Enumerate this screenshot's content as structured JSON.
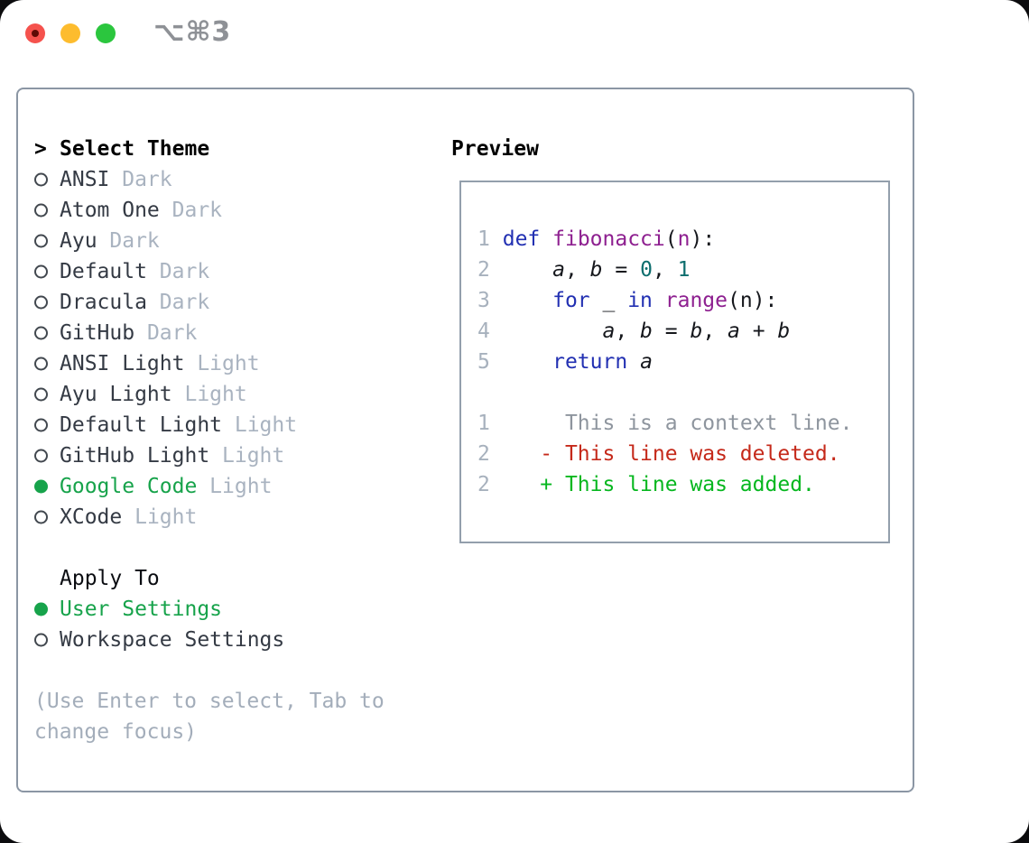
{
  "window": {
    "title": "⌥⌘3",
    "traffic_lights": [
      {
        "name": "close",
        "color": "#f5524d",
        "has_dot": true
      },
      {
        "name": "minimize",
        "color": "#fdbc2e",
        "has_dot": false
      },
      {
        "name": "zoom",
        "color": "#2bc63e",
        "has_dot": false
      }
    ]
  },
  "icons": {
    "prompt": ">",
    "radio_unselected": "empty-circle",
    "radio_selected": "filled-circle"
  },
  "colors": {
    "ui_selected_green": "#17a34b",
    "muted_gray": "#a9b3c0",
    "panel_border": "#8b96a4",
    "keyword_blue": "#2230b2",
    "function_purple": "#8e2090",
    "literal_teal": "#0d6e6e",
    "line_number_gray": "#a7b1bd",
    "diff_context_gray": "#8e959e",
    "diff_deleted_red": "#c5291a",
    "diff_added_green": "#06b71f"
  },
  "theme_panel": {
    "prompt": ">",
    "header": "Select Theme",
    "items": [
      {
        "name": "ANSI",
        "variant": "Dark",
        "selected": false
      },
      {
        "name": "Atom One",
        "variant": "Dark",
        "selected": false
      },
      {
        "name": "Ayu",
        "variant": "Dark",
        "selected": false
      },
      {
        "name": "Default",
        "variant": "Dark",
        "selected": false
      },
      {
        "name": "Dracula",
        "variant": "Dark",
        "selected": false
      },
      {
        "name": "GitHub",
        "variant": "Dark",
        "selected": false
      },
      {
        "name": "ANSI Light",
        "variant": "Light",
        "selected": false
      },
      {
        "name": "Ayu Light",
        "variant": "Light",
        "selected": false
      },
      {
        "name": "Default Light",
        "variant": "Light",
        "selected": false
      },
      {
        "name": "GitHub Light",
        "variant": "Light",
        "selected": false
      },
      {
        "name": "Google Code",
        "variant": "Light",
        "selected": true
      },
      {
        "name": "XCode",
        "variant": "Light",
        "selected": false
      }
    ],
    "apply_header": "Apply To",
    "apply_items": [
      {
        "name": "User Settings",
        "selected": true
      },
      {
        "name": "Workspace Settings",
        "selected": false
      }
    ],
    "hint_line1": "(Use Enter to select, Tab to",
    "hint_line2": "change focus)"
  },
  "preview": {
    "label": "Preview",
    "lines": [
      [
        [
          "ln",
          "1"
        ],
        [
          "pl",
          " "
        ],
        [
          "kw",
          "def"
        ],
        [
          "pl",
          " "
        ],
        [
          "fn",
          "fibonacci"
        ],
        [
          "pl",
          "("
        ],
        [
          "fn",
          "n"
        ],
        [
          "pl",
          "):"
        ]
      ],
      [
        [
          "ln",
          "2"
        ],
        [
          "pl",
          "     "
        ],
        [
          "va",
          "a"
        ],
        [
          "pl",
          ", "
        ],
        [
          "va",
          "b"
        ],
        [
          "pl",
          " = "
        ],
        [
          "li",
          "0"
        ],
        [
          "pl",
          ", "
        ],
        [
          "li",
          "1"
        ]
      ],
      [
        [
          "ln",
          "3"
        ],
        [
          "pl",
          "     "
        ],
        [
          "kw",
          "for"
        ],
        [
          "pl",
          " _ "
        ],
        [
          "kw",
          "in"
        ],
        [
          "pl",
          " "
        ],
        [
          "fn",
          "range"
        ],
        [
          "pl",
          "(n):"
        ]
      ],
      [
        [
          "ln",
          "4"
        ],
        [
          "pl",
          "         "
        ],
        [
          "va",
          "a"
        ],
        [
          "pl",
          ", "
        ],
        [
          "va",
          "b"
        ],
        [
          "pl",
          " = "
        ],
        [
          "va",
          "b"
        ],
        [
          "pl",
          ", "
        ],
        [
          "va",
          "a"
        ],
        [
          "pl",
          " + "
        ],
        [
          "va",
          "b"
        ]
      ],
      [
        [
          "ln",
          "5"
        ],
        [
          "pl",
          "     "
        ],
        [
          "kw",
          "return"
        ],
        [
          "pl",
          " "
        ],
        [
          "va",
          "a"
        ]
      ],
      [],
      [
        [
          "ln",
          "1"
        ],
        [
          "pl",
          "      "
        ],
        [
          "ctx",
          "This is a context line."
        ]
      ],
      [
        [
          "ln",
          "2"
        ],
        [
          "pl",
          "    "
        ],
        [
          "del",
          "- This line was deleted."
        ]
      ],
      [
        [
          "ln",
          "2"
        ],
        [
          "pl",
          "    "
        ],
        [
          "add",
          "+ This line was added."
        ]
      ]
    ]
  }
}
